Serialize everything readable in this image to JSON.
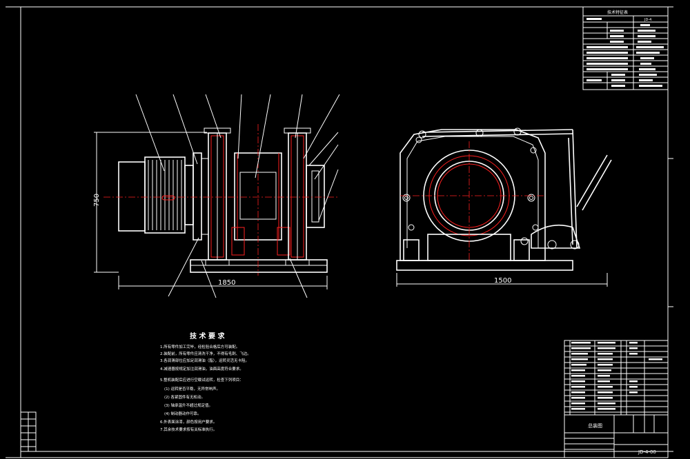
{
  "drawing": {
    "tech_spec_table_title": "技术特征表",
    "model_value": "JD-4",
    "tech_requirements_title": "技 术 要 求",
    "requirements": [
      "1.所有零件加工完毕，经检验合格后方可装配。",
      "2.装配前，所有零件应清洗干净，不得有毛刺、飞边。",
      "3.各润滑部位应加足润滑油（脂），运转灵活无卡阻。",
      "4.减速器按规定加注润滑油，油面高度符合要求。",
      "5.整机装配后应进行空载试运转，检查下列项目：",
      "(1) 运转是否平稳，无异常响声。",
      "(2) 各紧固件有无松动。",
      "(3) 轴承温升不超过规定值。",
      "(4) 制动器动作可靠。",
      "6.外表面涂漆，颜色按用户要求。",
      "7.其余技术要求按有关标准执行。"
    ],
    "dims": {
      "front_width": "1850",
      "front_height": "750",
      "side_width": "1500"
    },
    "title_block": {
      "name": "总装图",
      "drawing_no": "JD-4-00"
    }
  }
}
